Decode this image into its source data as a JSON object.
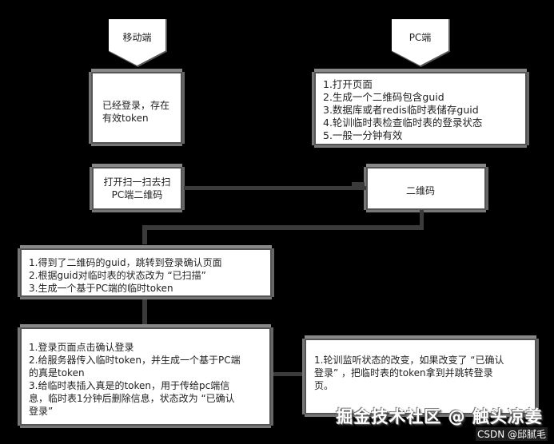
{
  "diagram": {
    "type": "flowchart",
    "swimlane_headers": {
      "mobile": "移动端",
      "pc": "PC端"
    },
    "nodes": {
      "mobile_logged_in": {
        "lines": [
          "已经登录，存在",
          "有效token"
        ]
      },
      "pc_steps": {
        "lines": [
          "1.打开页面",
          "2.生成一个二维码包含guid",
          "3.数据库或者redis临时表储存guid",
          "4.轮训临时表检查临时表的登录状态",
          "5.一般一分钟有效"
        ]
      },
      "scan": {
        "lines": [
          "打开扫一扫去扫",
          "PC端二维码"
        ]
      },
      "qrcode": {
        "lines": [
          "二维码"
        ]
      },
      "scanned_steps": {
        "lines": [
          "1.得到了二维码的guid，跳转到登录确认页面",
          "2.根据guid对临时表的状态改为 “已扫描”",
          "3.生成一个基于PC端的临时token"
        ]
      },
      "confirm_steps": {
        "lines": [
          "1.登录页面点击确认登录",
          "2.给服务器传入临时token，并生成一个基于PC端",
          "的真是token",
          "3.给临时表插入真是的token，用于传给pc端信",
          "息，临时表1分钟后删除信息，状态改为 “已确认",
          "登录”"
        ]
      },
      "pc_poll": {
        "lines": [
          "1.轮训监听状态的改变，如果改变了 “已确认",
          "登录” ，把临时表的token拿到并跳转登录",
          "页。"
        ]
      }
    },
    "edges": [
      {
        "from": "mobile_header",
        "to": "mobile_logged_in"
      },
      {
        "from": "pc_header",
        "to": "pc_steps"
      },
      {
        "from": "scan",
        "to": "qrcode"
      },
      {
        "from": "qrcode",
        "to": "scanned_steps"
      },
      {
        "from": "scanned_steps",
        "to": "confirm_steps"
      },
      {
        "from": "confirm_steps",
        "to": "pc_poll"
      }
    ]
  },
  "watermark": {
    "main": "掘金技术社区 @ 触头凉姜",
    "sub": "CSDN @邱腻毛"
  },
  "colors": {
    "background": "#000000",
    "node_fill": "#ffffff",
    "node_border": "#555555",
    "edge": "#3a3a3a",
    "text": "#222222"
  }
}
